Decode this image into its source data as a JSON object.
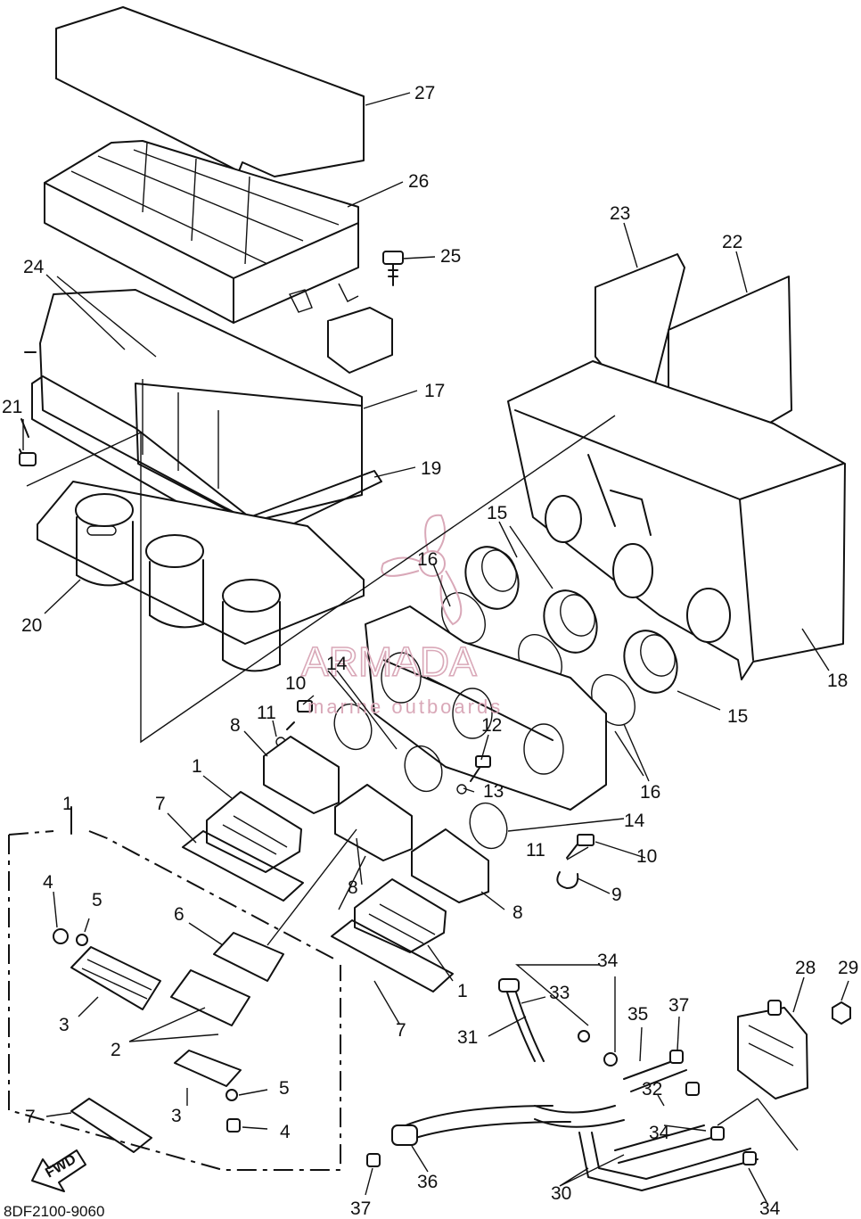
{
  "diagram": {
    "code": "8DF2100-9060",
    "fwd_label": "FWD",
    "watermark": {
      "brand": "ARMADA",
      "tagline": "marine outboards",
      "color": "#d9a8b8"
    },
    "labels": {
      "l27": "27",
      "l26": "26",
      "l25": "25",
      "l24": "24",
      "l23": "23",
      "l22": "22",
      "l21": "21",
      "l20": "20",
      "l19": "19",
      "l18": "18",
      "l17": "17",
      "l16a": "16",
      "l16b": "16",
      "l15a": "15",
      "l15b": "15",
      "l14a": "14",
      "l14b": "14",
      "l13": "13",
      "l12": "12",
      "l11a": "11",
      "l11b": "11",
      "l10a": "10",
      "l10b": "10",
      "l9": "9",
      "l8a": "8",
      "l8b": "8",
      "l8c": "8",
      "l7a": "7",
      "l7b": "7",
      "l7c": "7",
      "l6": "6",
      "l5a": "5",
      "l5b": "5",
      "l4a": "4",
      "l4b": "4",
      "l3a": "3",
      "l3b": "3",
      "l2": "2",
      "l1a": "1",
      "l1b": "1",
      "l1c": "1",
      "l28": "28",
      "l29": "29",
      "l30": "30",
      "l31": "31",
      "l32": "32",
      "l33": "33",
      "l34a": "34",
      "l34b": "34",
      "l34c": "34",
      "l35": "35",
      "l36": "36",
      "l37a": "37",
      "l37b": "37"
    }
  }
}
